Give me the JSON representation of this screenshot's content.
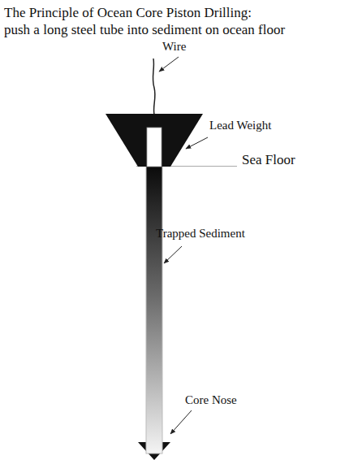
{
  "diagram": {
    "title": "The Principle of Ocean Core Piston Drilling:",
    "labels": [
      "push a long steel tube into sediment on ocean floor",
      "Wire",
      "Lead Weight",
      "Sea Floor",
      "Trapped Sediment",
      "Core Nose"
    ]
  }
}
